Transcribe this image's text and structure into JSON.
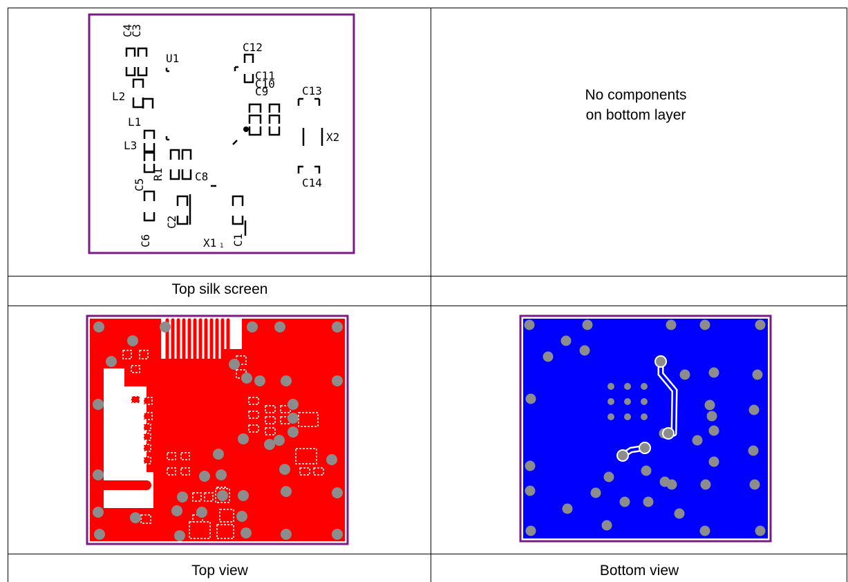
{
  "silk_labels": [
    {
      "text": "C4",
      "rot": true
    },
    {
      "text": "C3",
      "rot": true
    },
    {
      "text": "U1",
      "rot": false
    },
    {
      "text": "C12",
      "rot": false
    },
    {
      "text": "C11",
      "rot": false
    },
    {
      "text": "C10",
      "rot": false
    },
    {
      "text": "C9",
      "rot": false
    },
    {
      "text": "C13",
      "rot": false
    },
    {
      "text": "L2",
      "rot": false
    },
    {
      "text": "L1",
      "rot": false
    },
    {
      "text": "L3",
      "rot": false
    },
    {
      "text": "X2",
      "rot": false
    },
    {
      "text": "C5",
      "rot": true
    },
    {
      "text": "R1",
      "rot": true
    },
    {
      "text": "C8",
      "rot": false
    },
    {
      "text": "C14",
      "rot": false
    },
    {
      "text": "C2",
      "rot": true
    },
    {
      "text": "C6",
      "rot": true
    },
    {
      "text": "C1",
      "rot": true
    },
    {
      "text": "X1",
      "rot": false
    },
    {
      "text": "1",
      "rot": false
    }
  ],
  "bottom_layer_note": [
    "No components",
    "on bottom layer"
  ],
  "captions": {
    "top_silk": "Top silk screen",
    "top_view": "Top view",
    "bottom_view": "Bottom view"
  },
  "colors": {
    "board_outline": "#7b1a87",
    "top_copper": "#ff0000",
    "bottom_copper": "#0000ff",
    "via": "#8c8c8c",
    "silk": "#000000"
  }
}
